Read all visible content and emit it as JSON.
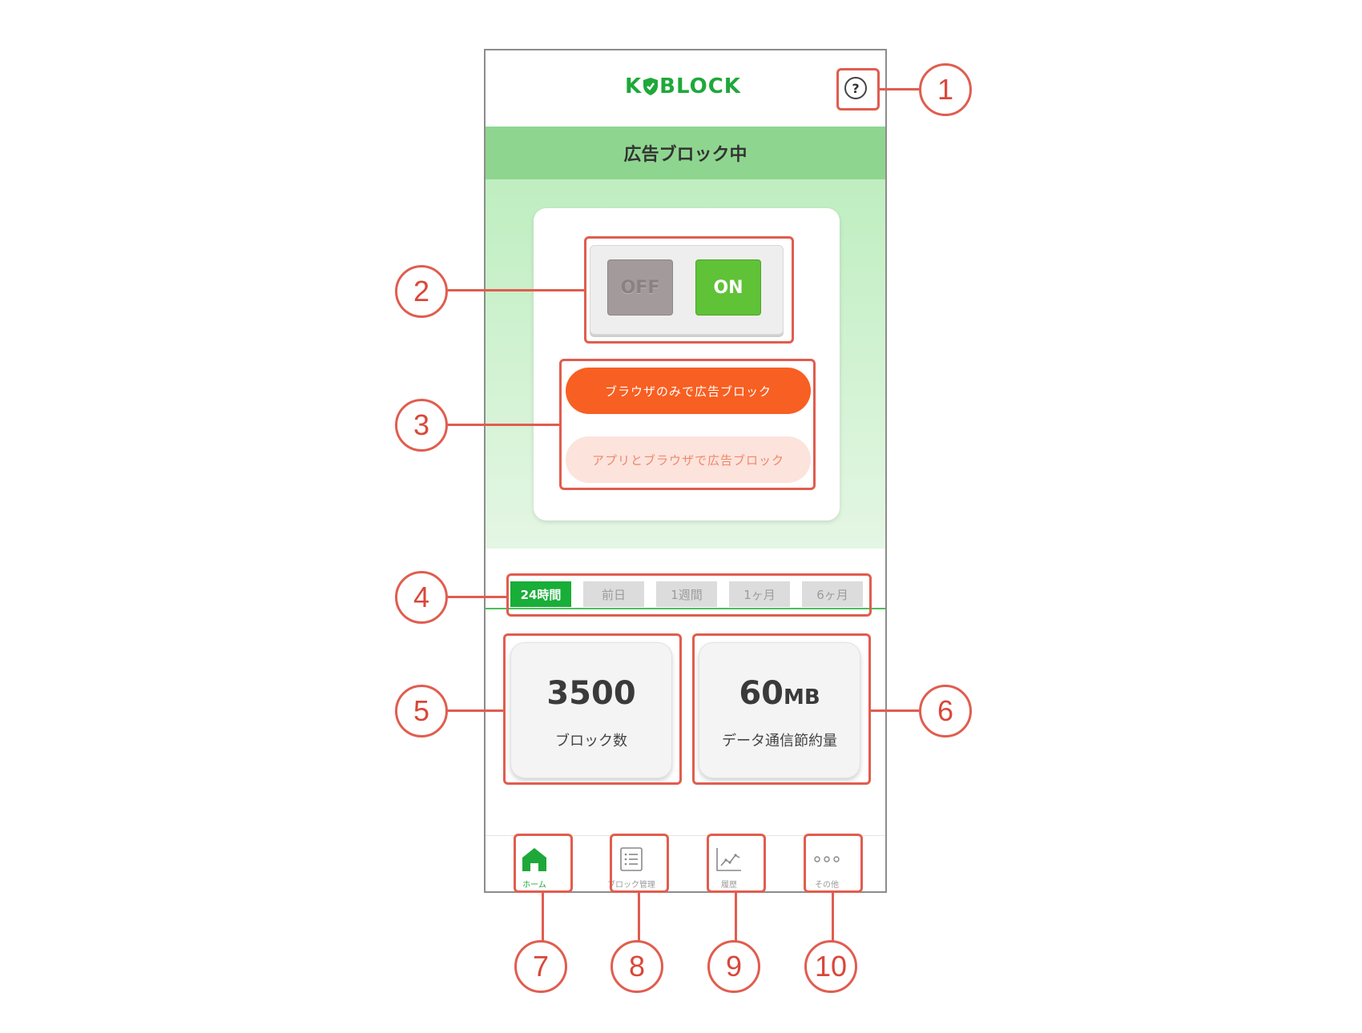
{
  "app": {
    "logo_prefix": "K",
    "logo_suffix": "BLOCK",
    "help_icon_glyph": "?",
    "accent_color": "#1fa83a"
  },
  "status": {
    "title": "広告ブロック中"
  },
  "toggle": {
    "off_label": "OFF",
    "on_label": "ON",
    "state": "ON"
  },
  "mode": {
    "browser_only_label": "ブラウザのみで広告ブロック",
    "app_and_browser_label": "アプリとブラウザで広告ブロック",
    "selected": "browser_only"
  },
  "periods": {
    "tabs": [
      "24時間",
      "前日",
      "1週間",
      "1ヶ月",
      "6ヶ月"
    ],
    "active_index": 0
  },
  "stats": {
    "blocked_count": "3500",
    "blocked_label": "ブロック数",
    "data_saved_value": "60",
    "data_saved_unit": "MB",
    "data_saved_label": "データ通信節約量"
  },
  "nav": {
    "items": [
      {
        "label": "ホーム",
        "icon": "home-icon",
        "active": true
      },
      {
        "label": "ブロック管理",
        "icon": "list-icon",
        "active": false
      },
      {
        "label": "履歴",
        "icon": "chart-icon",
        "active": false
      },
      {
        "label": "その他",
        "icon": "more-icon",
        "active": false
      }
    ]
  },
  "callouts": [
    "1",
    "2",
    "3",
    "4",
    "5",
    "6",
    "7",
    "8",
    "9",
    "10"
  ],
  "annotation_color": "#e05d4f"
}
